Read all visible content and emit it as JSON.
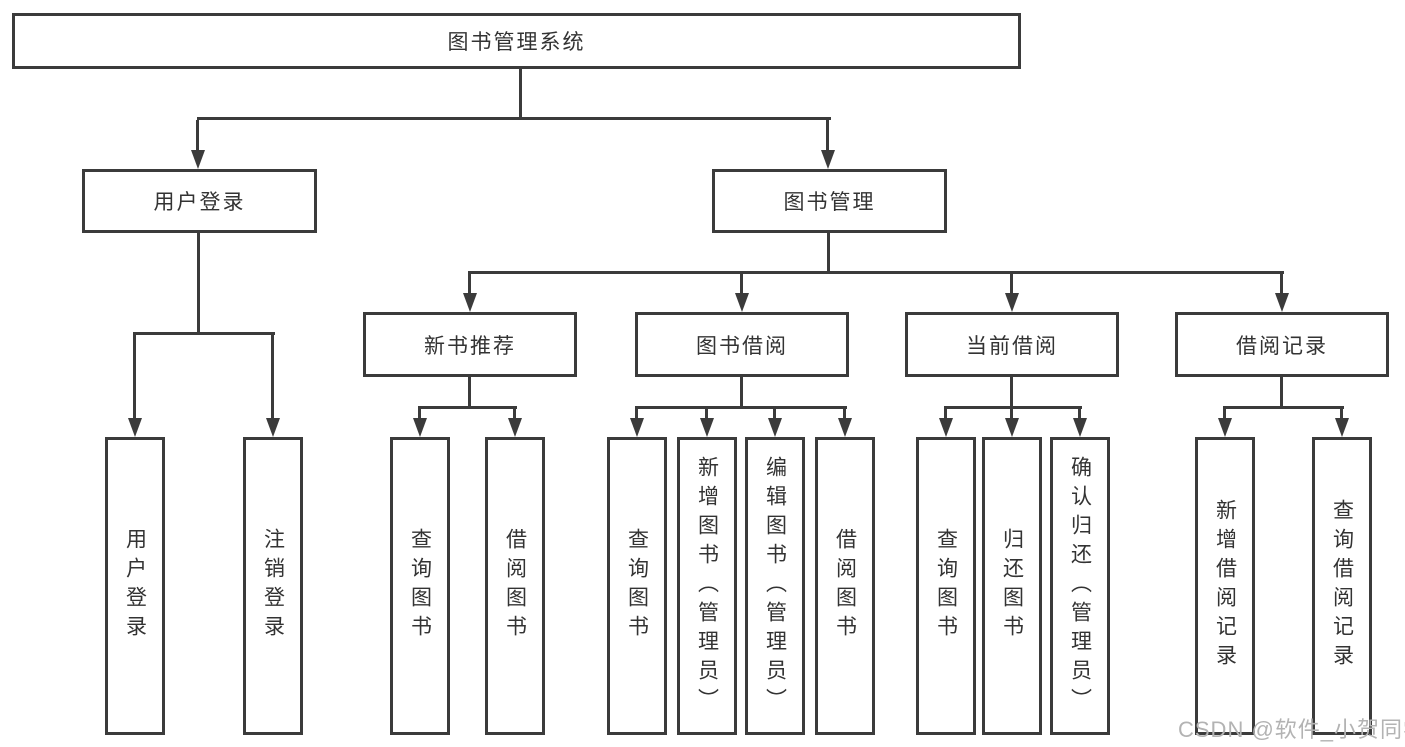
{
  "diagram": {
    "root": {
      "label": "图书管理系统"
    },
    "branches": [
      {
        "label": "用户登录",
        "children": [
          {
            "label": "用户登录"
          },
          {
            "label": "注销登录"
          }
        ]
      },
      {
        "label": "图书管理",
        "children": [
          {
            "label": "新书推荐",
            "children": [
              {
                "label": "查询图书"
              },
              {
                "label": "借阅图书"
              }
            ]
          },
          {
            "label": "图书借阅",
            "children": [
              {
                "label": "查询图书"
              },
              {
                "label": "新增图书（管理员）"
              },
              {
                "label": "编辑图书（管理员）"
              },
              {
                "label": "借阅图书"
              }
            ]
          },
          {
            "label": "当前借阅",
            "children": [
              {
                "label": "查询图书"
              },
              {
                "label": "归还图书"
              },
              {
                "label": "确认归还（管理员）"
              }
            ]
          },
          {
            "label": "借阅记录",
            "children": [
              {
                "label": "新增借阅记录"
              },
              {
                "label": "查询借阅记录"
              }
            ]
          }
        ]
      }
    ]
  },
  "watermark": {
    "text": "CSDN @软件_小贺同学"
  },
  "colors": {
    "line": "#3b3b3b",
    "text": "#333333",
    "background": "#ffffff",
    "watermark_text": "#b3b3b3"
  }
}
